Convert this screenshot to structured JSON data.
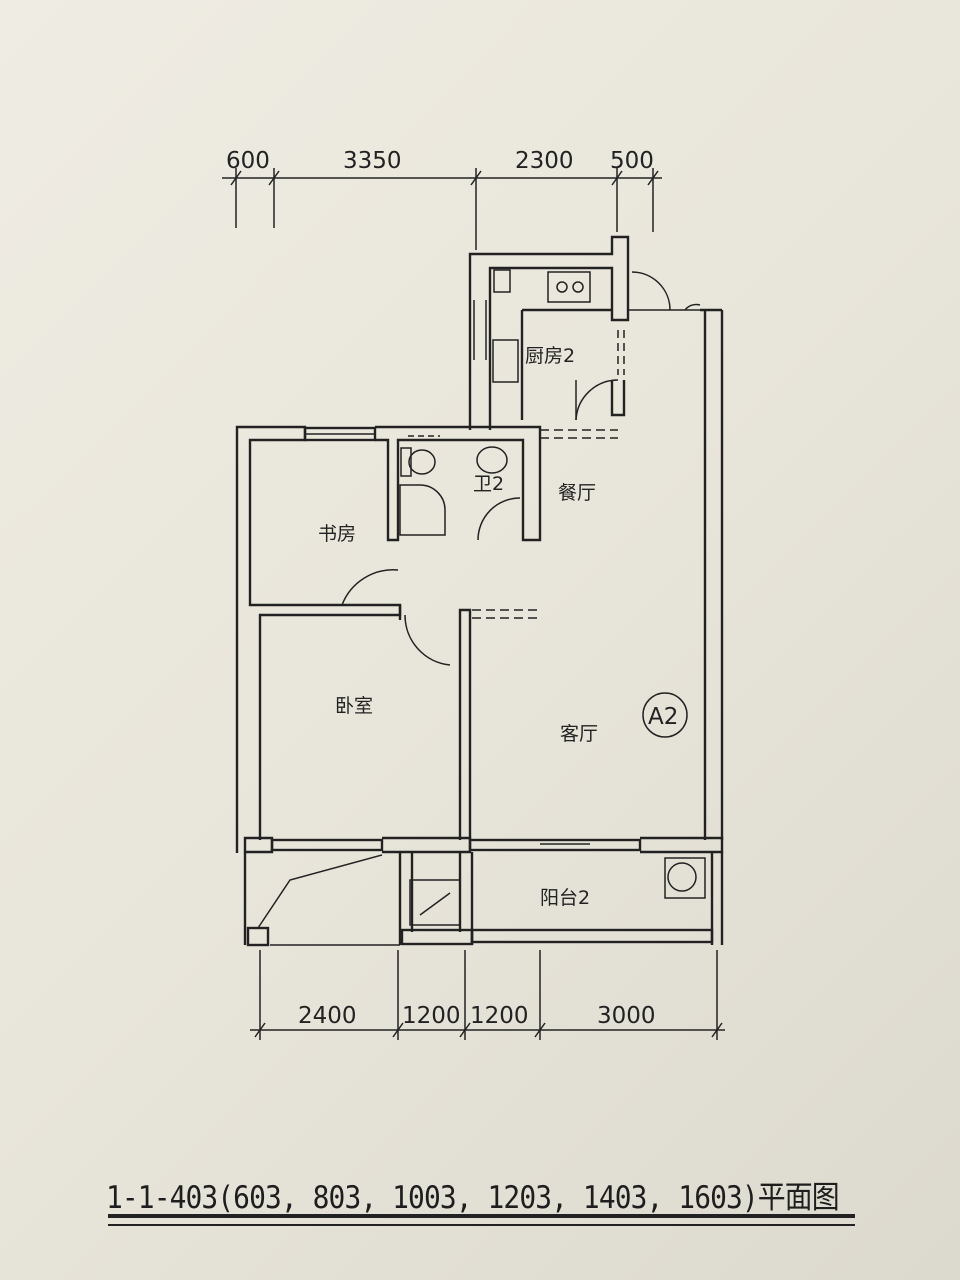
{
  "top_dimensions": [
    "600",
    "3350",
    "2300",
    "500"
  ],
  "bottom_dimensions": [
    "2400",
    "1200",
    "1200",
    "3000"
  ],
  "rooms": {
    "kitchen": "厨房2",
    "bathroom": "卫2",
    "dining": "餐厅",
    "study": "书房",
    "bedroom": "卧室",
    "living": "客厅",
    "balcony": "阳台2"
  },
  "unit_type_badge": "A2",
  "title": "1-1-403(603, 803, 1003, 1203, 1403, 1603)平面图"
}
